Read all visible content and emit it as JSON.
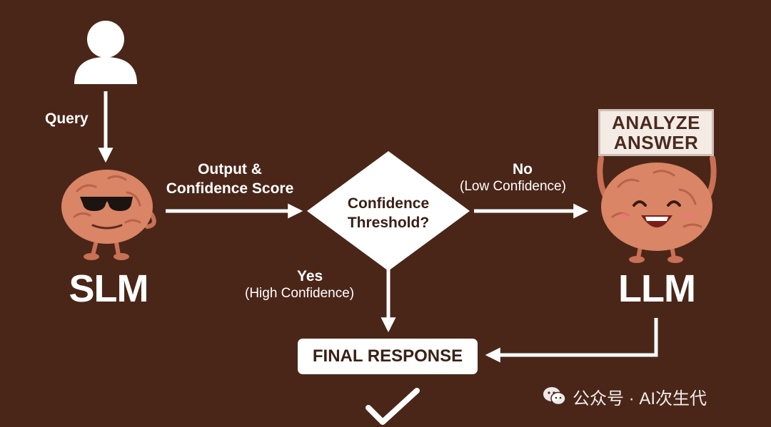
{
  "labels": {
    "query": "Query",
    "edge_output_line1": "Output &",
    "edge_output_line2": "Confidence Score",
    "decision_line1": "Confidence",
    "decision_line2": "Threshold?",
    "no": "No",
    "no_sub": "(Low Confidence)",
    "yes": "Yes",
    "yes_sub": "(High Confidence)",
    "slm": "SLM",
    "llm": "LLM",
    "final_response": "FINAL RESPONSE",
    "sign_line1": "ANALYZE",
    "sign_line2": "ANSWER"
  },
  "watermark": {
    "text": "公众号 · AI次生代",
    "icon": "wechat-icon"
  },
  "icons": {
    "user": "user-icon",
    "slm_mascot": "brain-sunglasses-icon",
    "llm_mascot": "brain-happy-icon",
    "check": "checkmark-icon"
  },
  "colors": {
    "background": "#4a2619",
    "brain": "#d98566",
    "foreground": "#ffffff"
  }
}
